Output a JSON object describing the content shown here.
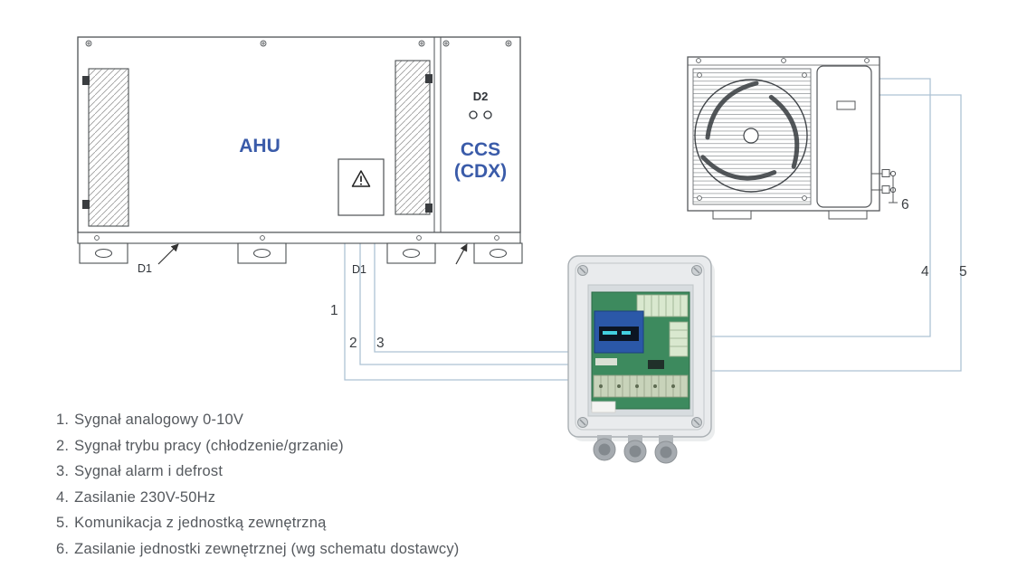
{
  "colors": {
    "accent_blue": "#3a5ba9",
    "diagram_line": "#4d5154",
    "wire": "#adc2d4",
    "label_text": "#3a3e42",
    "legend_text": "#55595e",
    "pcb_green": "#3d8a5e",
    "module_blue": "#2b58a8"
  },
  "diagram": {
    "ahu_label": "AHU",
    "ccs_label_line1": "CCS",
    "ccs_label_line2": "(CDX)",
    "d1_label_left": "D1",
    "d1_label_center": "D1",
    "d2_label": "D2",
    "wire_labels": {
      "n1": "1",
      "n2": "2",
      "n3": "3",
      "n4": "4",
      "n5": "5",
      "n6": "6"
    }
  },
  "legend": {
    "items": [
      {
        "num": "1.",
        "text": "Sygnał analogowy 0-10V"
      },
      {
        "num": "2.",
        "text": "Sygnał trybu pracy (chłodzenie/grzanie)"
      },
      {
        "num": "3.",
        "text": "Sygnał alarm i defrost"
      },
      {
        "num": "4.",
        "text": "Zasilanie 230V-50Hz"
      },
      {
        "num": "5.",
        "text": "Komunikacja z jednostką zewnętrzną"
      },
      {
        "num": "6.",
        "text": "Zasilanie jednostki zewnętrznej (wg schematu dostawcy)"
      }
    ]
  }
}
